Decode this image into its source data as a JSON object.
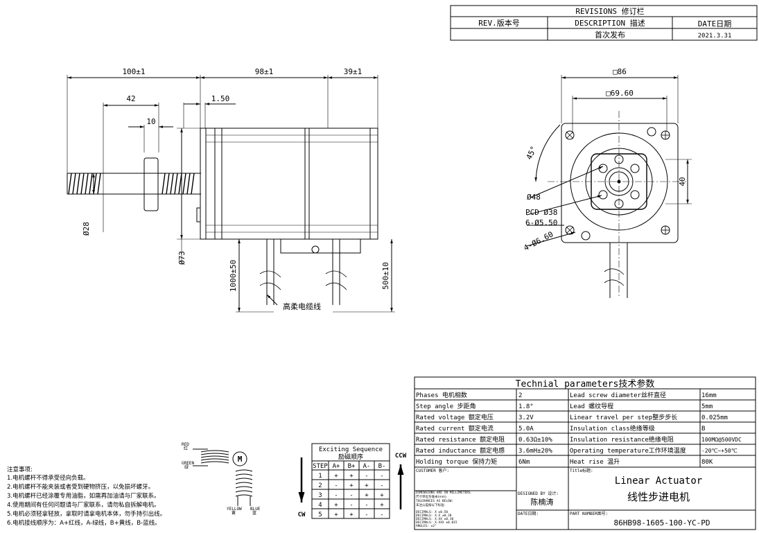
{
  "revisions": {
    "title": "REVISIONS 修订栏",
    "col_rev": "REV.版本号",
    "col_desc": "DESCRIPTION 描述",
    "col_date": "DATE日期",
    "row_desc": "首次发布",
    "row_date": "2021.3.31"
  },
  "dims": {
    "len_100": "100±1",
    "len_98": "98±1",
    "len_39": "39±1",
    "len_42": "42",
    "len_10": "10",
    "len_150": "1.50",
    "dia_28": "Ø28",
    "dia_73": "Ø73",
    "cable_1000": "1000±50",
    "cable_500": "500±10",
    "cable_note": "高柔电缆线",
    "sq_86": "□86",
    "sq_69": "□69.60",
    "angle_45": "45°",
    "dia_48": "Ø48",
    "pcd_38": "PCD Ø38",
    "holes_6": "6-Ø5.50",
    "holes_4": "4-Ø6.60",
    "h_40": "40"
  },
  "params": {
    "title": "Technial parameters技术参数",
    "rows": [
      {
        "l1": "Phases 电机相数",
        "v1": "2",
        "l2": "Lead screw diameter丝杆直径",
        "v2": "16mm"
      },
      {
        "l1": "Step angle 步距角",
        "v1": "1.8°",
        "l2": "Lead 螺纹导程",
        "v2": "5mm"
      },
      {
        "l1": "Rated voltage 额定电压",
        "v1": "3.2V",
        "l2": "Linear travel per step整步步长",
        "v2": "0.025mm"
      },
      {
        "l1": "Rated current 额定电流",
        "v1": "5.0A",
        "l2": "Insulation class绝缘等级",
        "v2": "B"
      },
      {
        "l1": "Rated resistance 额定电阻",
        "v1": "0.63Ω±10%",
        "l2": "Insulation resistance绝缘电阻",
        "v2": "100MΩ@500VDC"
      },
      {
        "l1": "Rated inductance 额定电感",
        "v1": "3.6mH±20%",
        "l2": "Operating temperature工作环境温度",
        "v2": "-20℃~+50℃"
      },
      {
        "l1": "Holding torque 保持力矩",
        "v1": "6Nm",
        "l2": "Heat rise 温升",
        "v2": "80K"
      }
    ]
  },
  "title_block": {
    "customer_label": "CUSTOMER 客户:",
    "title_label": "Title标题:",
    "title_en": "Linear Actuator",
    "title_cn": "线性步进电机",
    "designed_label": "DESIGNED BY 设计:",
    "designer": "陈楠涛",
    "date_label": "DATE日期:",
    "part_label": "PART NUMBER图号:",
    "part_number": "86HB98-1605-100-YC-PD",
    "tol_lines": [
      "DIMENSIONS ARE IN MILLIMETERS.",
      "尺寸单位为毫米(mm).",
      "TOLERANCES AS BELOW:",
      "未注公差按以下标准:",
      "DECIMALS: X    ±0.50",
      "DECIMALS: X.X  ±0.20",
      "DECIMALS: X.XX ±0.10",
      "DECIMALS: X.XXX ±0.015",
      "ANGLES: ±2°"
    ]
  },
  "sequence": {
    "title": "Exciting Sequence",
    "title_cn": "励磁顺序",
    "headers": [
      "STEP",
      "A+",
      "B+",
      "A-",
      "B-"
    ],
    "rows": [
      [
        "1",
        "+",
        "+",
        "-",
        "-"
      ],
      [
        "2",
        "-",
        "+",
        "+",
        "-"
      ],
      [
        "3",
        "-",
        "-",
        "+",
        "+"
      ],
      [
        "4",
        "+",
        "-",
        "-",
        "+"
      ],
      [
        "5",
        "+",
        "+",
        "-",
        "-"
      ]
    ],
    "ccw": "CCW",
    "cw": "CW"
  },
  "wiring": {
    "red": "RED",
    "red_cn": "红",
    "green": "GREEN",
    "green_cn": "绿",
    "yellow": "YELLOW",
    "yellow_cn": "黄",
    "blue": "BLUE",
    "blue_cn": "蓝",
    "motor": "M"
  },
  "notes": {
    "title": "注意事项:",
    "items": [
      "1.电机螺杆不得承受径向负载。",
      "2.电机螺杆不能夹装或者受到硬物挤压，以免损坏螺牙。",
      "3.电机螺杆已经涂覆专用油脂，如需再加油请与厂家联系。",
      "4.使用期间有任何问题请与厂家联系，请勿私自拆解电机。",
      "5.电机必须轻拿轻放，拿取时请拿电机本体，勿手持引出线。",
      "6.电机接线顺序为：A+红线，A-绿线，B+黄线，B-蓝线。"
    ]
  }
}
